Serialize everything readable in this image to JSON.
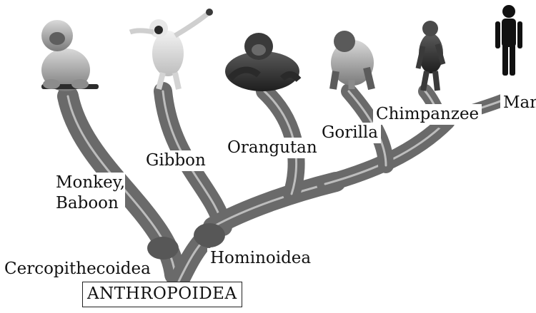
{
  "diagram": {
    "root_label": "ANTHROPOIDEA",
    "groups": {
      "cercopithecoidea": "Cercopithecoidea",
      "hominoidea": "Hominoidea"
    },
    "taxa": {
      "monkey_line1": "Monkey,",
      "monkey_line2": "Baboon",
      "gibbon": "Gibbon",
      "orangutan": "Orangutan",
      "gorilla": "Gorilla",
      "chimpanzee": "Chimpanzee",
      "man": "Man"
    },
    "colors": {
      "branch": "#6a6a6a",
      "branch_stripe": "#bdbdbd",
      "node": "#575757",
      "silhouette": "#111111"
    }
  }
}
